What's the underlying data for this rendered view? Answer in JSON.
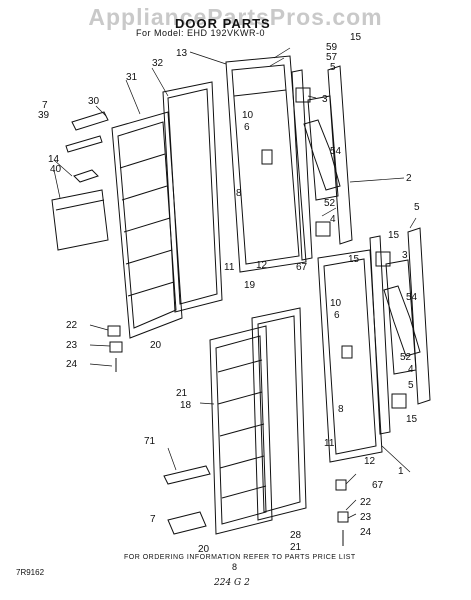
{
  "header": {
    "watermark": "AppliancePartsPros.com",
    "title": "DOOR PARTS",
    "model_line": "For Model: EHD 192VKWR-0"
  },
  "labels": {
    "l2": "2",
    "l3a": "3",
    "l3b": "3",
    "l4a": "4",
    "l4b": "4",
    "l5a": "5",
    "l5b": "5",
    "l5c": "5",
    "l6a": "6",
    "l6b": "6",
    "l7a": "7",
    "l7b": "7",
    "l8a": "8",
    "l8b": "8",
    "l10a": "10",
    "l10b": "10",
    "l11a": "11",
    "l11b": "11",
    "l12a": "12",
    "l12b": "12",
    "l13": "13",
    "l14": "14",
    "l15a": "15",
    "l15b": "15",
    "l15c": "15",
    "l15d": "15",
    "l18": "18",
    "l19": "19",
    "l20a": "20",
    "l20b": "20",
    "l21a": "21",
    "l21b": "21",
    "l22a": "22",
    "l22b": "22",
    "l23a": "23",
    "l23b": "23",
    "l24a": "24",
    "l24b": "24",
    "l28": "28",
    "l30": "30",
    "l31": "31",
    "l32": "32",
    "l39": "39",
    "l40": "40",
    "l52a": "52",
    "l52b": "52",
    "l54a": "54",
    "l54b": "54",
    "l57": "57",
    "l59": "59",
    "l67a": "67",
    "l67b": "67",
    "l71": "71",
    "l1": "1"
  },
  "footer": {
    "ordering_note": "FOR ORDERING INFORMATION REFER TO PARTS PRICE LIST",
    "page_number": "8",
    "doc_code": "7R9162",
    "handwritten": "224 G 2"
  }
}
